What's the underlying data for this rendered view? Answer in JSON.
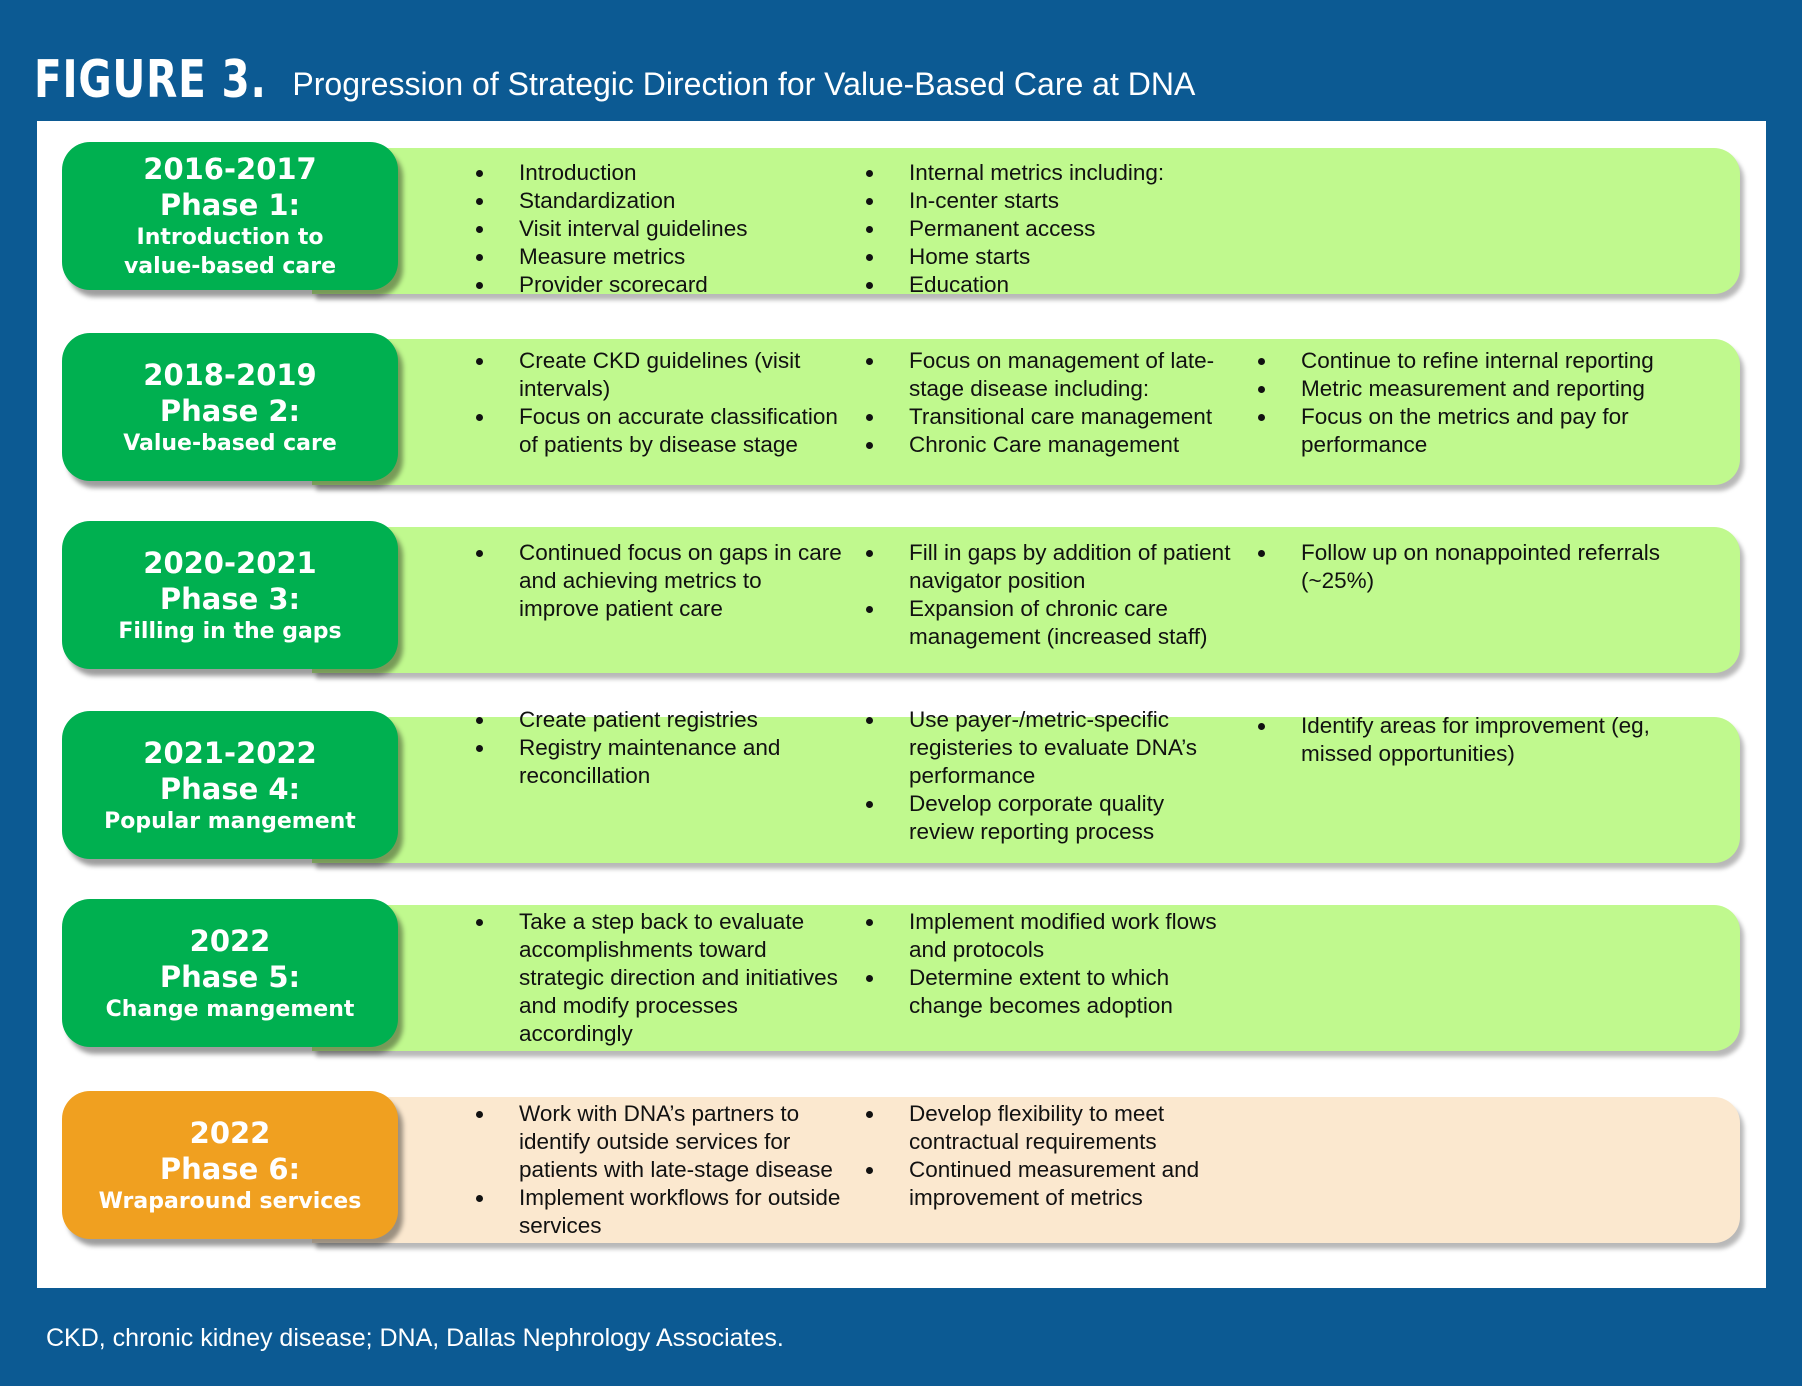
{
  "figure": {
    "label": "FIGURE 3.",
    "title": "Progression of Strategic Direction for Value-Based Care at DNA"
  },
  "phases": [
    {
      "years": "2016-2017",
      "phase": "Phase 1:",
      "desc_line1": "Introduction to",
      "desc_line2": "value-based care",
      "color": "#00b050",
      "content_color": "#c0f98e",
      "col1": [
        "Introduction",
        "Standardization",
        "Visit interval guidelines",
        "Measure metrics",
        "Provider scorecard"
      ],
      "col2": [
        "Internal metrics including:",
        "In-center starts",
        "Permanent access",
        "Home starts",
        "Education"
      ],
      "col3": []
    },
    {
      "years": "2018-2019",
      "phase": "Phase 2:",
      "desc_line1": "Value-based care",
      "desc_line2": "",
      "color": "#00b050",
      "content_color": "#c0f98e",
      "col1": [
        "Create CKD guidelines (visit intervals)",
        "Focus on accurate classification of patients by disease stage"
      ],
      "col2": [
        "Focus on management of late-stage disease including:",
        "Transitional care management",
        "Chronic Care management"
      ],
      "col3": [
        "Continue to refine internal reporting",
        "Metric measurement and reporting",
        "Focus on the metrics and pay for performance"
      ]
    },
    {
      "years": "2020-2021",
      "phase": "Phase 3:",
      "desc_line1": "Filling in the gaps",
      "desc_line2": "",
      "color": "#00b050",
      "content_color": "#c0f98e",
      "col1": [
        "Continued focus on gaps in care and achieving metrics to improve patient care"
      ],
      "col2": [
        "Fill in gaps by addition of patient navigator position",
        "Expansion of chronic care management (increased staff)"
      ],
      "col3": [
        "Follow up on nonappointed referrals (~25%)"
      ]
    },
    {
      "years": "2021-2022",
      "phase": "Phase 4:",
      "desc_line1": "Popular mangement",
      "desc_line2": "",
      "color": "#00b050",
      "content_color": "#c0f98e",
      "col1": [
        "Create patient registries",
        "Registry maintenance and reconcillation"
      ],
      "col2": [
        "Use payer-/metric-specific registeries to evaluate DNA’s performance",
        "Develop corporate quality review reporting process"
      ],
      "col3": [
        "Identify areas for improvement (eg, missed opportunities)"
      ]
    },
    {
      "years": "2022",
      "phase": "Phase 5:",
      "desc_line1": "Change mangement",
      "desc_line2": "",
      "color": "#00b050",
      "content_color": "#c0f98e",
      "col1": [
        "Take a step back to evaluate accomplishments toward strategic direction and initiatives and modify processes accordingly"
      ],
      "col2": [
        "Implement modified work flows and protocols",
        "Determine extent to which change becomes adoption"
      ],
      "col3": []
    },
    {
      "years": "2022",
      "phase": "Phase 6:",
      "desc_line1": "Wraparound services",
      "desc_line2": "",
      "color": "#f0a020",
      "content_color": "#fbe8cf",
      "col1": [
        "Work with DNA’s partners to identify outside services for patients with late-stage disease",
        "Implement workflows for outside services"
      ],
      "col2": [
        "Develop flexibility to meet contractual requirements",
        "Continued measurement and improvement of metrics"
      ],
      "col3": []
    }
  ],
  "footnote": "CKD, chronic kidney disease; DNA, Dallas Nephrology Associates."
}
